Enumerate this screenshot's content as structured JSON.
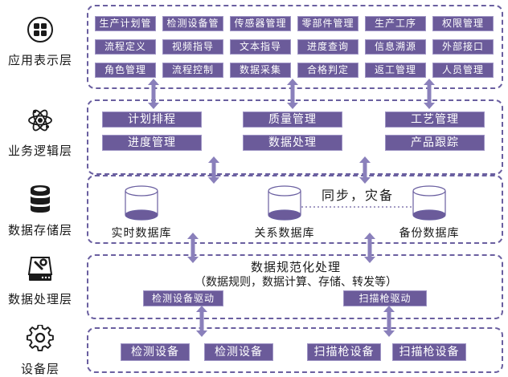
{
  "layers": {
    "application": {
      "label": "应用表示层",
      "icon": "grid-four-icon",
      "items": [
        [
          "生产计划管理",
          "检测设备管理",
          "传感器管理",
          "零部件管理",
          "生产工序",
          "权限管理"
        ],
        [
          "流程定义",
          "视频指导",
          "文本指导",
          "进度查询",
          "信息溯源",
          "外部接口"
        ],
        [
          "角色管理",
          "流程控制",
          "数据采集",
          "合格判定",
          "返工管理",
          "人员管理"
        ]
      ]
    },
    "business": {
      "label": "业务逻辑层",
      "icon": "atom-icon",
      "items": [
        [
          "计划排程",
          "质量管理",
          "工艺管理"
        ],
        [
          "进度管理",
          "数据处理",
          "产品跟踪"
        ]
      ]
    },
    "storage": {
      "label": "数据存储层",
      "icon": "database-icon",
      "databases": [
        "实时数据库",
        "关系数据库",
        "备份数据库"
      ],
      "sync_label": "同步，灾备"
    },
    "processing": {
      "label": "数据处理层",
      "icon": "drive-wrench-icon",
      "title": "数据规范化处理",
      "subtitle": "（数据规则，数据计算、存储、转发等）",
      "drivers": [
        "检测设备驱动",
        "扫描枪驱动"
      ]
    },
    "device": {
      "label": "设备层",
      "icon": "gear-icon",
      "devices": [
        "检测设备",
        "检测设备",
        "扫描枪设备",
        "扫描枪设备"
      ]
    }
  },
  "colors": {
    "accent": "#6b5b9a",
    "arrow": "#8a80bb",
    "border": "#6a5fa0"
  }
}
